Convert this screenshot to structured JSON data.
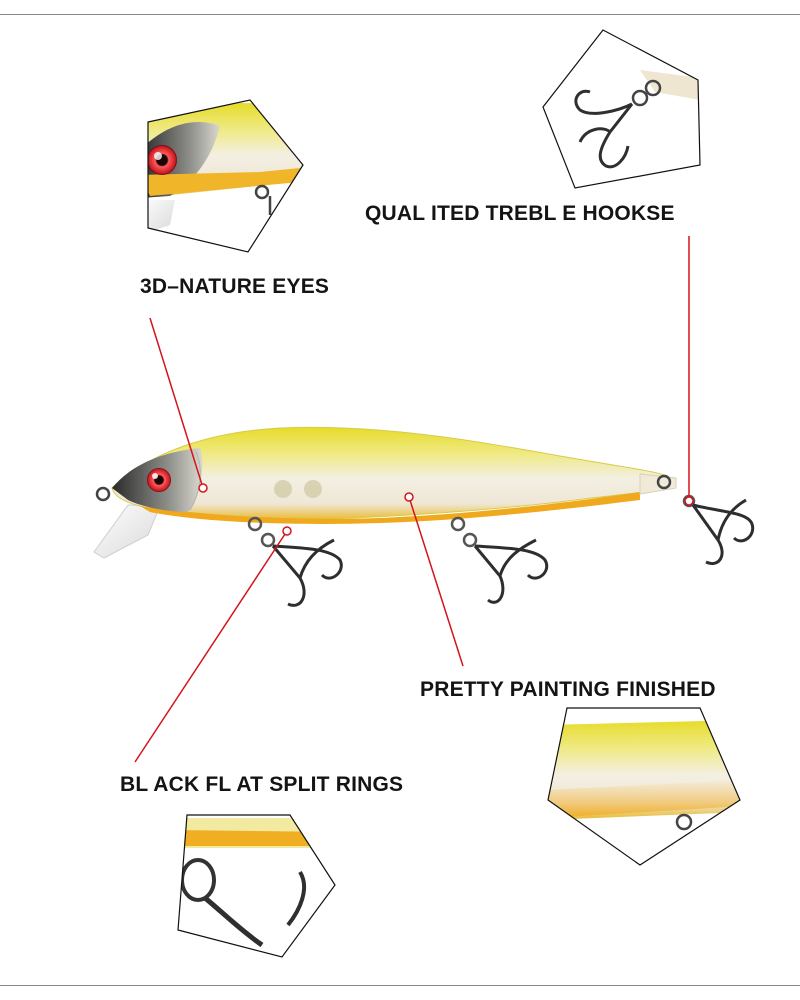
{
  "callouts": {
    "hooks": "QUAL ITED TREBL E HOOKSE",
    "eyes": "3D–NATURE EYES",
    "painting": "PRETTY PAINTING FINISHED",
    "rings": "BL ACK FL AT SPLIT RINGS"
  },
  "colors": {
    "leader_line": "#d4141c",
    "lure_yellow": "#e8e13a",
    "lure_belly": "#f4ecd8",
    "eye_red": "#d0202a",
    "hook_metal": "#3a3a3a"
  }
}
